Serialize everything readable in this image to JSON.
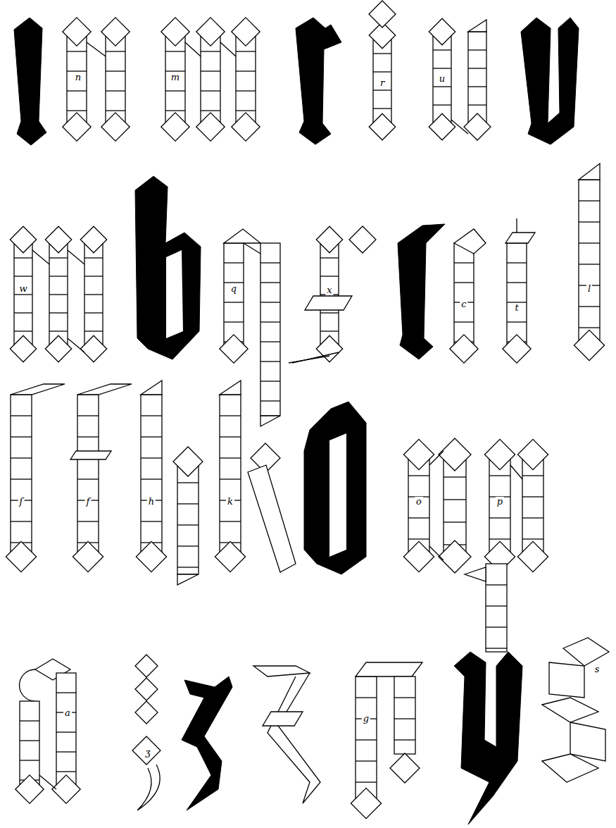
{
  "diagram": {
    "labels": [
      "n",
      "m",
      "r",
      "u",
      "w",
      "q",
      "x",
      "c",
      "t",
      "l",
      "ſ",
      "f",
      "h",
      "k",
      "o",
      "p",
      "a",
      "ʒ",
      "g",
      "s"
    ]
  }
}
